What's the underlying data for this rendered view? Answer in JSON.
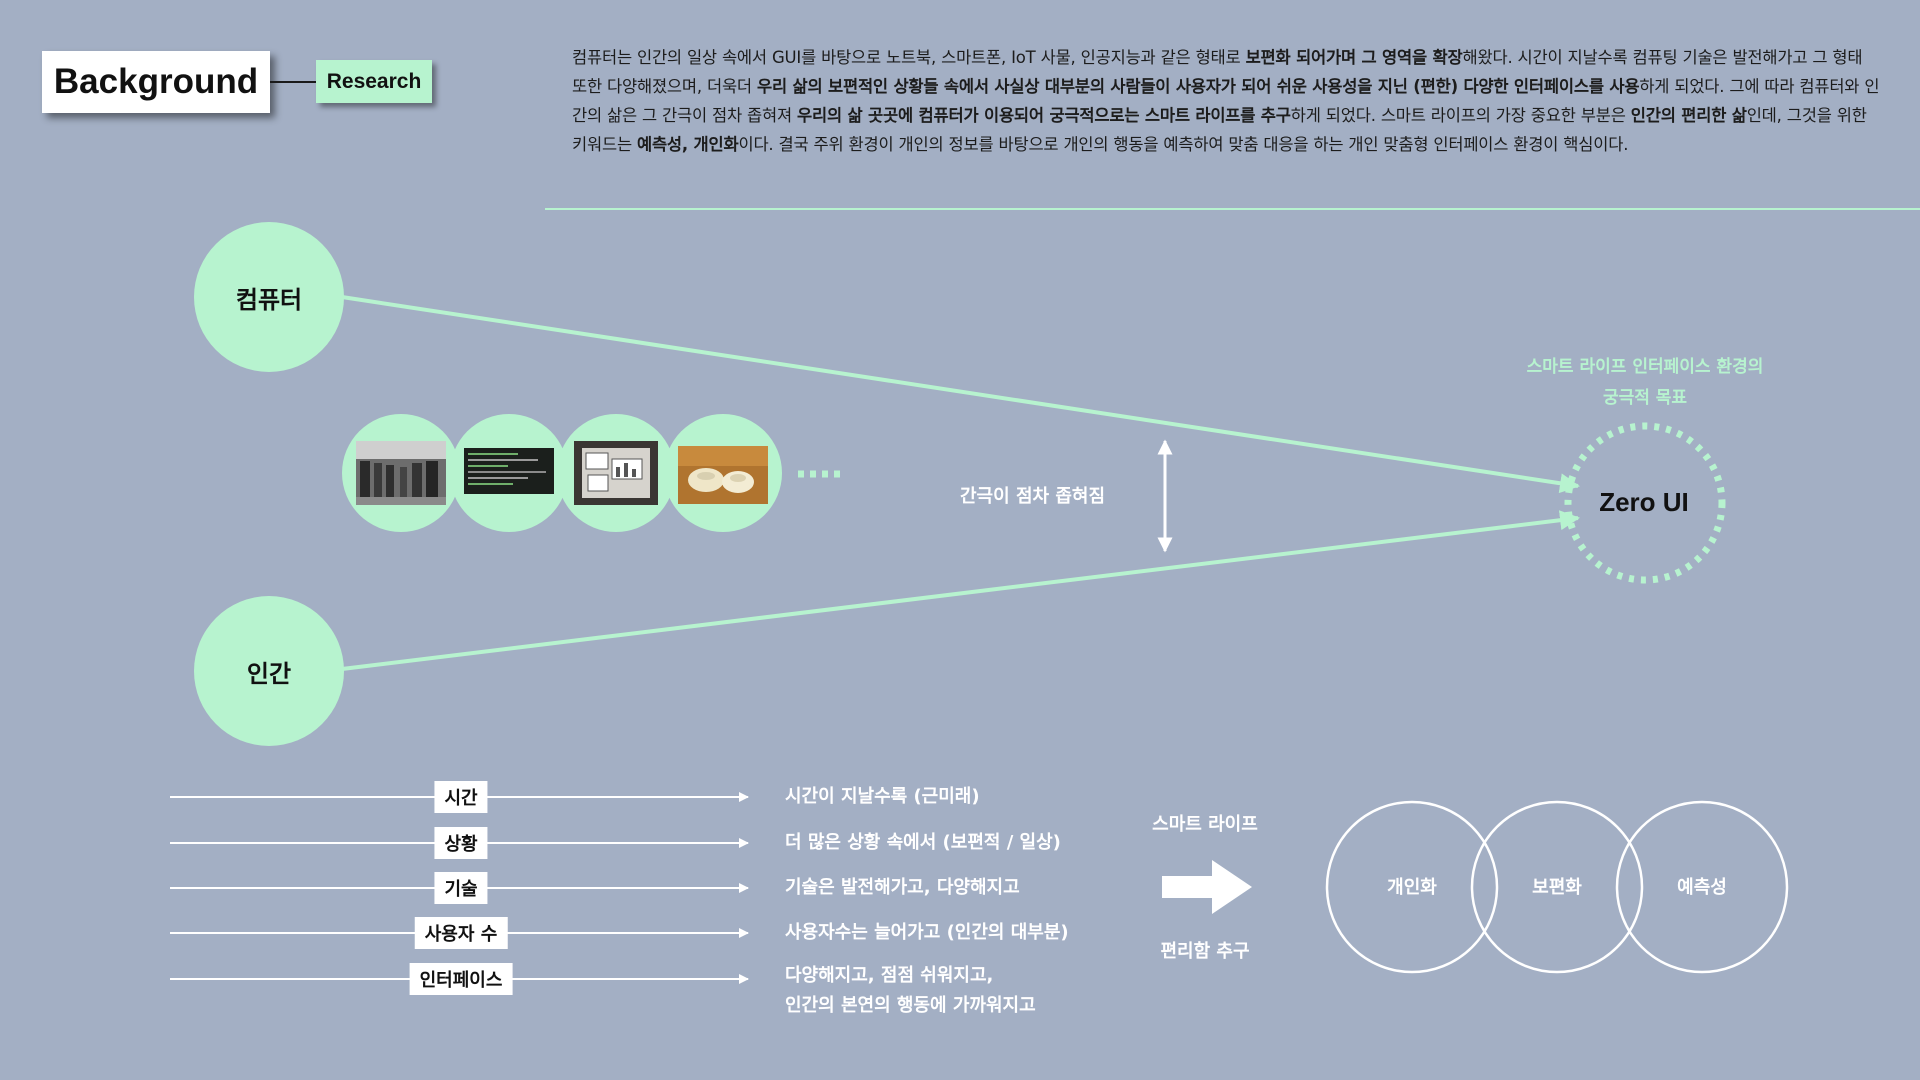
{
  "header": {
    "title": "Background",
    "tag": "Research"
  },
  "intro": {
    "segments": [
      {
        "text": "컴퓨터는 인간의 일상 속에서 GUI를 바탕으로 노트북, 스마트폰, IoT 사물, 인공지능과 같은 형태로 ",
        "bold": false
      },
      {
        "text": "보편화 되어가며 그 영역을 확장",
        "bold": true
      },
      {
        "text": "해왔다. 시간이 지날수록 컴퓨팅 기술은 발전해가고 그 형태 또한 다양해졌으며, 더욱더 ",
        "bold": false
      },
      {
        "text": "우리 삶의 보편적인 상황들 속에서 사실상 대부분의 사람들이 사용자가 되어 쉬운 사용성을 지닌 (편한) 다양한 인터페이스를 사용",
        "bold": true
      },
      {
        "text": "하게 되었다. 그에 따라 컴퓨터와 인간의 삶은 그 간극이 점차 좁혀져 ",
        "bold": false
      },
      {
        "text": "우리의 삶 곳곳에 컴퓨터가 이용되어 궁극적으로는 스마트 라이프를 추구",
        "bold": true
      },
      {
        "text": "하게 되었다. 스마트 라이프의 가장 중요한 부분은 ",
        "bold": false
      },
      {
        "text": "인간의 편리한 삶",
        "bold": true
      },
      {
        "text": "인데, 그것을 위한 키워드는 ",
        "bold": false
      },
      {
        "text": "예측성, 개인화",
        "bold": true
      },
      {
        "text": "이다. 결국 주위 환경이 개인의 정보를 바탕으로 개인의 행동을 예측하여 맞춤 대응을 하는 개인 맞춤형 인터페이스 환경이 핵심이다.",
        "bold": false
      }
    ]
  },
  "diagram": {
    "computer": "컴퓨터",
    "human": "인간",
    "gap": "간극이 점차 좁혀짐",
    "goal_line1": "스마트 라이프 인터페이스 환경의",
    "goal_line2": "궁극적 목표",
    "target": "Zero UI",
    "thumbnails": [
      "mainframe-photo",
      "terminal-screen",
      "gui-monitor",
      "computer-mouse"
    ]
  },
  "trends": [
    {
      "tag": "시간",
      "result": [
        "시간이 지날수록 (근미래)"
      ]
    },
    {
      "tag": "상황",
      "result": [
        "더 많은 상황 속에서 (보편적 / 일상)"
      ]
    },
    {
      "tag": "기술",
      "result": [
        "기술은 발전해가고, 다양해지고"
      ]
    },
    {
      "tag": "사용자 수",
      "result": [
        "사용자수는 늘어가고 (인간의 대부분)"
      ]
    },
    {
      "tag": "인터페이스",
      "result": [
        "다양해지고, 점점 쉬워지고,",
        "인간의 본연의 행동에 가까워지고"
      ]
    }
  ],
  "summary": {
    "smart_life": "스마트 라이프",
    "convenience": "편리함 추구",
    "venn": [
      "개인화",
      "보편화",
      "예측성"
    ]
  },
  "colors": {
    "background": "#a3afc4",
    "accent": "#b7f3cf",
    "text": "#111111",
    "white": "#ffffff"
  }
}
